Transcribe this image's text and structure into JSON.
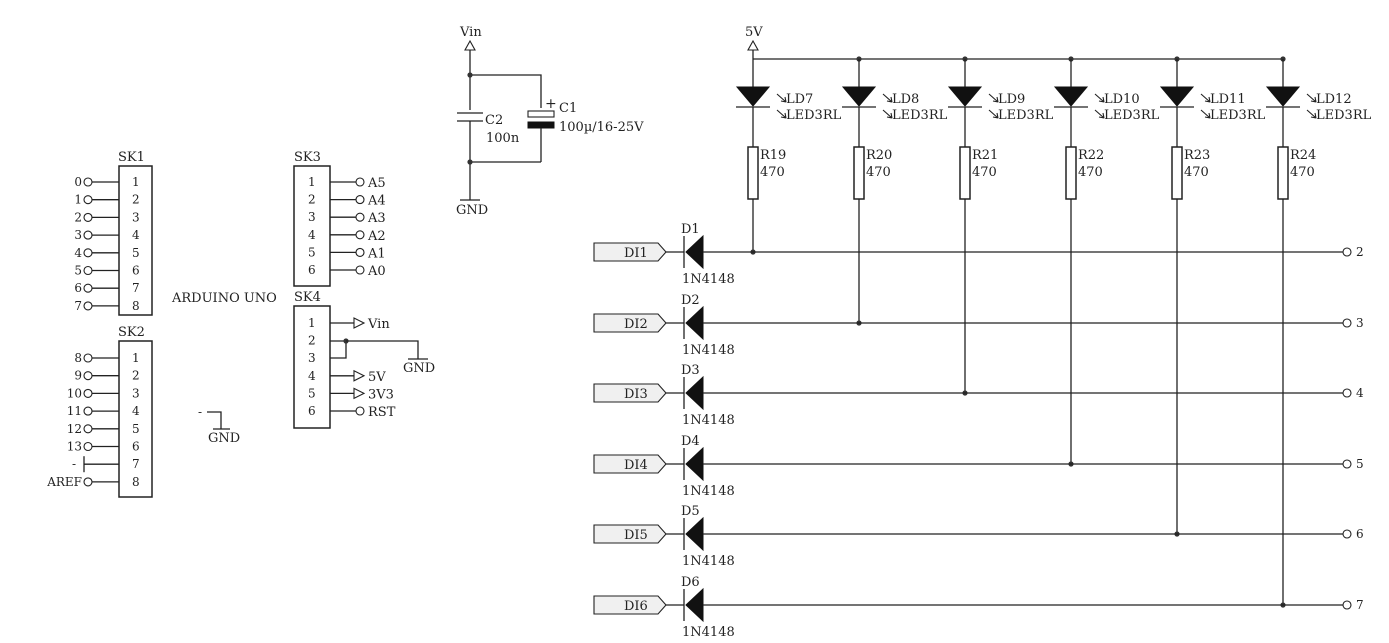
{
  "arduino": {
    "title": "ARDUINO UNO",
    "sk1": {
      "ref": "SK1",
      "pins": [
        "1",
        "2",
        "3",
        "4",
        "5",
        "6",
        "7",
        "8"
      ],
      "nets": [
        "0",
        "1",
        "2",
        "3",
        "4",
        "5",
        "6",
        "7"
      ]
    },
    "sk2": {
      "ref": "SK2",
      "pins": [
        "1",
        "2",
        "3",
        "4",
        "5",
        "6",
        "7",
        "8"
      ],
      "nets": [
        "8",
        "9",
        "10",
        "11",
        "12",
        "13",
        "-",
        "AREF"
      ]
    },
    "sk3": {
      "ref": "SK3",
      "pins": [
        "1",
        "2",
        "3",
        "4",
        "5",
        "6"
      ],
      "nets": [
        "A5",
        "A4",
        "A3",
        "A2",
        "A1",
        "A0"
      ]
    },
    "sk4": {
      "ref": "SK4",
      "pins": [
        "1",
        "2",
        "3",
        "4",
        "5",
        "6"
      ],
      "nets": [
        "Vin",
        "",
        "",
        "5V",
        "3V3",
        "RST"
      ],
      "gnd": "GND"
    },
    "loose_gnd": {
      "mark": "-",
      "label": "GND"
    }
  },
  "supply": {
    "vin": "Vin",
    "gnd": "GND",
    "c1": {
      "ref": "C1",
      "value": "100µ/16-25V",
      "plus": "+"
    },
    "c2": {
      "ref": "C2",
      "value": "100n"
    }
  },
  "led_bank": {
    "rail": "5V",
    "leds": [
      {
        "ref": "LD7",
        "type": "LED3RL"
      },
      {
        "ref": "LD8",
        "type": "LED3RL"
      },
      {
        "ref": "LD9",
        "type": "LED3RL"
      },
      {
        "ref": "LD10",
        "type": "LED3RL"
      },
      {
        "ref": "LD11",
        "type": "LED3RL"
      },
      {
        "ref": "LD12",
        "type": "LED3RL"
      }
    ],
    "resistors": [
      {
        "ref": "R19",
        "value": "470"
      },
      {
        "ref": "R20",
        "value": "470"
      },
      {
        "ref": "R21",
        "value": "470"
      },
      {
        "ref": "R22",
        "value": "470"
      },
      {
        "ref": "R23",
        "value": "470"
      },
      {
        "ref": "R24",
        "value": "470"
      }
    ]
  },
  "inputs": [
    {
      "port": "DI1",
      "diode": "D1",
      "part": "1N4148",
      "pin": "2"
    },
    {
      "port": "DI2",
      "diode": "D2",
      "part": "1N4148",
      "pin": "3"
    },
    {
      "port": "DI3",
      "diode": "D3",
      "part": "1N4148",
      "pin": "4"
    },
    {
      "port": "DI4",
      "diode": "D4",
      "part": "1N4148",
      "pin": "5"
    },
    {
      "port": "DI5",
      "diode": "D5",
      "part": "1N4148",
      "pin": "6"
    },
    {
      "port": "DI6",
      "diode": "D6",
      "part": "1N4148",
      "pin": "7"
    }
  ]
}
